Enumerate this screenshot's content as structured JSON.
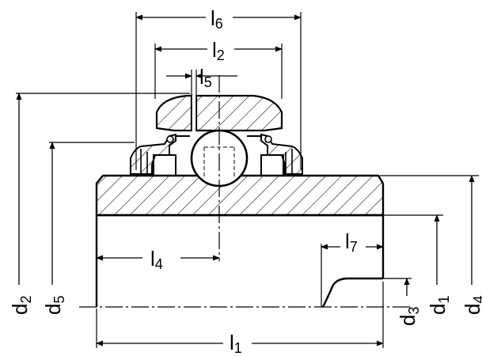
{
  "labels": {
    "l6": {
      "main": "l",
      "sub": "6"
    },
    "l2": {
      "main": "l",
      "sub": "2"
    },
    "l5": {
      "main": "l",
      "sub": "5"
    },
    "l4": {
      "main": "l",
      "sub": "4"
    },
    "l7": {
      "main": "l",
      "sub": "7"
    },
    "l1": {
      "main": "l",
      "sub": "1"
    },
    "d2": {
      "main": "d",
      "sub": "2"
    },
    "d5": {
      "main": "d",
      "sub": "5"
    },
    "d3": {
      "main": "d",
      "sub": "3"
    },
    "d1": {
      "main": "d",
      "sub": "1"
    },
    "d4": {
      "main": "d",
      "sub": "4"
    }
  },
  "colors": {
    "ink": "#000000",
    "background": "#ffffff"
  }
}
